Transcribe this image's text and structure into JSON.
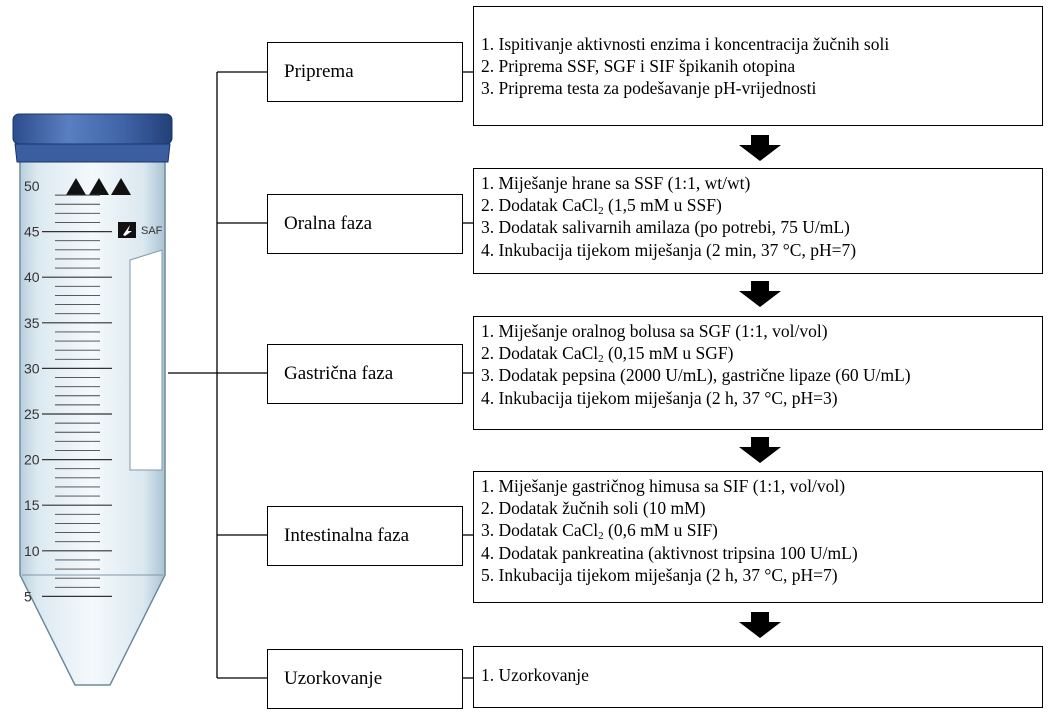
{
  "tube": {
    "marks": [
      "50",
      "45",
      "40",
      "35",
      "30",
      "25",
      "20",
      "15",
      "10",
      "5"
    ],
    "logo_text": "SAF"
  },
  "phases": [
    {
      "label": "Priprema",
      "steps": [
        {
          "text": "1. Ispitivanje aktivnosti enzima i koncentracija žučnih soli"
        },
        {
          "text": "2. Priprema SSF, SGF i SIF špikanih otopina"
        },
        {
          "text": "3. Priprema testa za podešavanje pH-vrijednosti"
        }
      ]
    },
    {
      "label": "Oralna faza",
      "steps": [
        {
          "text": "1. Miješanje hrane sa SSF (1:1, wt/wt)"
        },
        {
          "text": "2. Dodatak CaCl",
          "sub": "2",
          "after": " (1,5 mM u SSF)"
        },
        {
          "text": "3. Dodatak salivarnih amilaza (po potrebi, 75 U/mL)"
        },
        {
          "text": "4. Inkubacija tijekom miješanja (2 min, 37 °C, pH=7)"
        }
      ]
    },
    {
      "label": "Gastrična faza",
      "steps": [
        {
          "text": "1. Miješanje oralnog bolusa sa SGF (1:1, vol/vol)"
        },
        {
          "text": "2. Dodatak CaCl",
          "sub": "2",
          "after": " (0,15 mM u SGF)"
        },
        {
          "text": "3. Dodatak pepsina (2000 U/mL), gastrične lipaze (60 U/mL)"
        },
        {
          "text": "4. Inkubacija tijekom miješanja (2 h, 37 °C, pH=3)"
        }
      ]
    },
    {
      "label": "Intestinalna faza",
      "steps": [
        {
          "text": "1. Miješanje gastričnog himusa sa SIF (1:1, vol/vol)"
        },
        {
          "text": "2. Dodatak žučnih soli (10 mM)"
        },
        {
          "text": "3. Dodatak CaCl",
          "sub": "2",
          "after": " (0,6 mM u SIF)"
        },
        {
          "text": "4. Dodatak pankreatina (aktivnost tripsina 100 U/mL)"
        },
        {
          "text": "5. Inkubacija tijekom miješanja (2 h, 37 °C, pH=7)"
        }
      ]
    },
    {
      "label": "Uzorkovanje",
      "steps": [
        {
          "text": "1. Uzorkovanje"
        }
      ]
    }
  ]
}
